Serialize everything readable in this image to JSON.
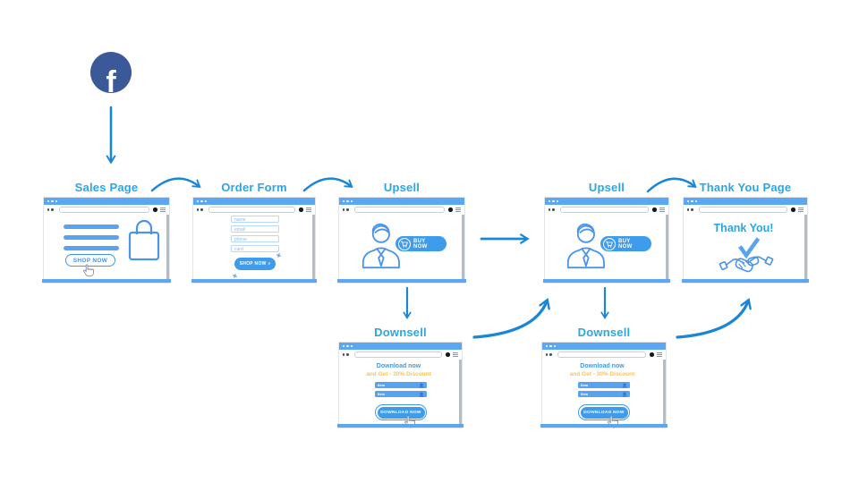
{
  "colors": {
    "title_blue": "#2aa7e2",
    "arrow_blue": "#1a86d8",
    "window_bar_blue": "#5ba7f1",
    "content_blue": "#4a94ec",
    "button_blue": "#3f9beb",
    "facebook_blue": "#3b5998",
    "discount_gold": "#fdc44d"
  },
  "source": {
    "icon": "facebook-icon",
    "letter": "f"
  },
  "windows": {
    "sales": {
      "title": "Sales Page",
      "shop_button": "SHOP NOW"
    },
    "order": {
      "title": "Order Form",
      "fields": [
        "name",
        "email",
        "phone",
        "card"
      ],
      "shop_button": "SHOP NOW »"
    },
    "upsell1": {
      "title": "Upsell",
      "buy_button": "BUY NOW"
    },
    "downsell1": {
      "title": "Downsell",
      "headline": "Download now",
      "subheadline": "and Get - 30% Discount",
      "items": [
        "Item",
        "Item"
      ],
      "download_button": "DOWNLOAD NOW"
    },
    "upsell2": {
      "title": "Upsell",
      "buy_button": "BUY NOW"
    },
    "downsell2": {
      "title": "Downsell",
      "headline": "Download now",
      "subheadline": "and Get - 30% Discount",
      "items": [
        "Item",
        "Item"
      ],
      "download_button": "DOWNLOAD NOW"
    },
    "thankyou": {
      "title": "Thank You Page",
      "message": "Thank You!"
    }
  }
}
